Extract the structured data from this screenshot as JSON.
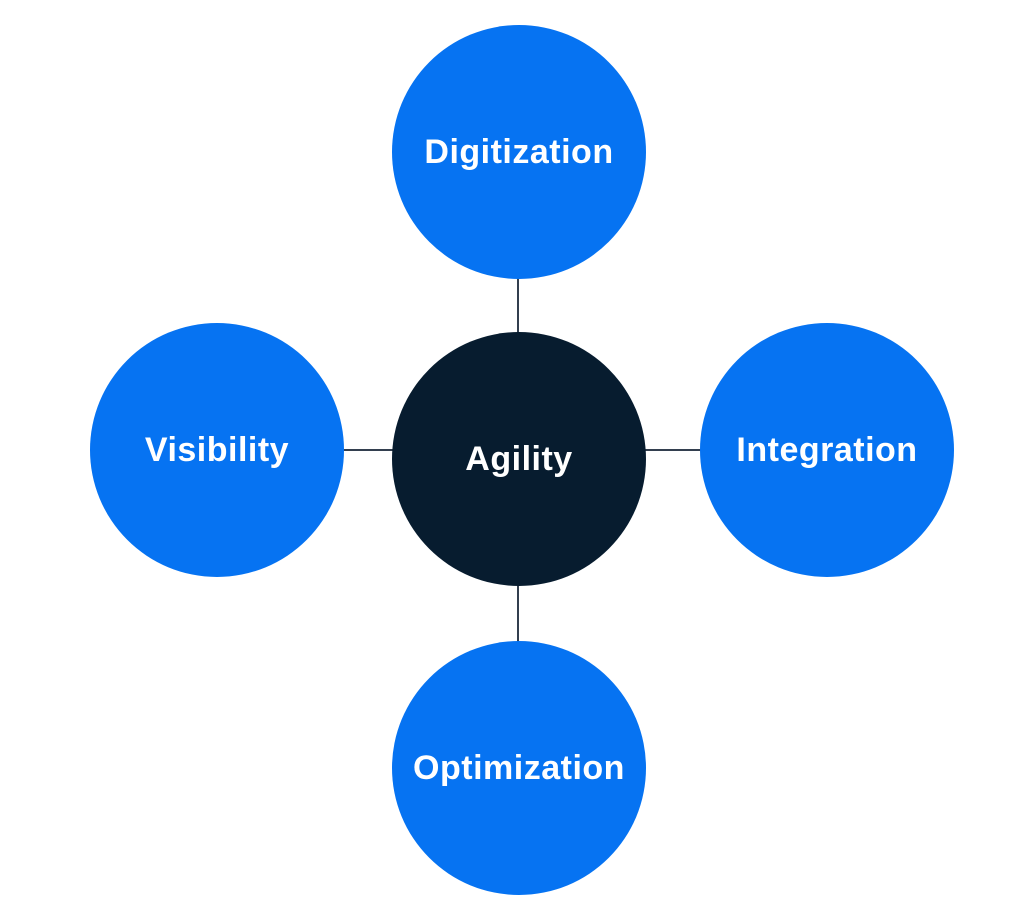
{
  "diagram": {
    "type": "hub-and-spoke",
    "background_color": "#ffffff",
    "colors": {
      "satellite_fill": "#0673f2",
      "hub_fill": "#071c2f",
      "connector": "#333f4f",
      "label_text": "#ffffff"
    },
    "center": {
      "id": "agility",
      "label": "Agility"
    },
    "nodes": [
      {
        "id": "digitization",
        "label": "Digitization",
        "position": "top"
      },
      {
        "id": "visibility",
        "label": "Visibility",
        "position": "left"
      },
      {
        "id": "integration",
        "label": "Integration",
        "position": "right"
      },
      {
        "id": "optimization",
        "label": "Optimization",
        "position": "bottom"
      }
    ],
    "connections": [
      {
        "from": "agility",
        "to": "digitization"
      },
      {
        "from": "agility",
        "to": "visibility"
      },
      {
        "from": "agility",
        "to": "integration"
      },
      {
        "from": "agility",
        "to": "optimization"
      }
    ]
  }
}
